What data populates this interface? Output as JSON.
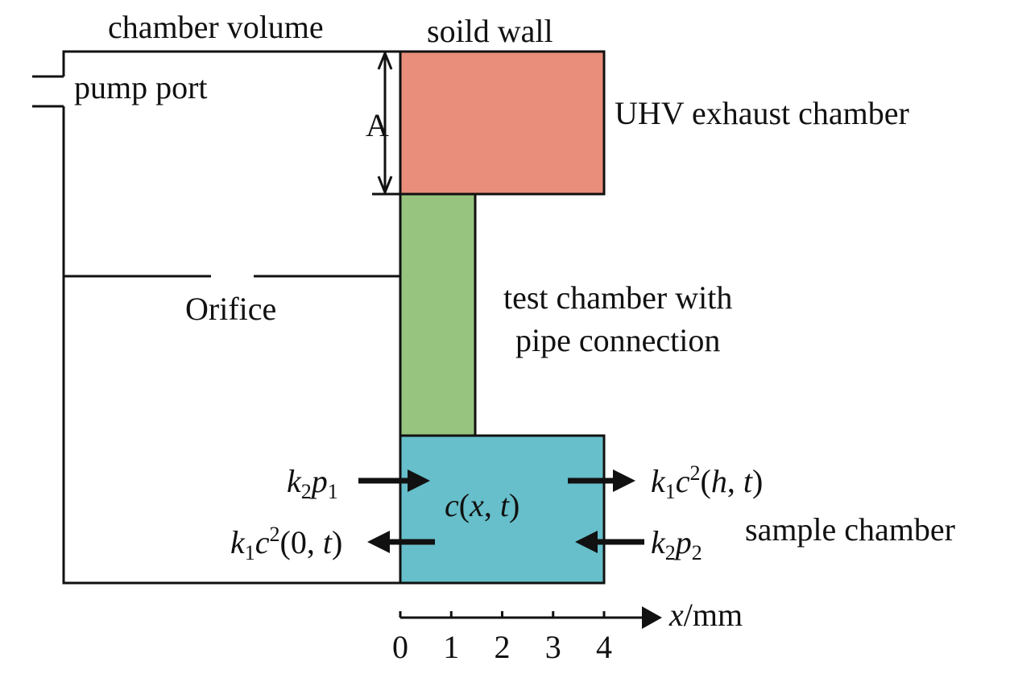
{
  "labels": {
    "chamber_volume": "chamber volume",
    "solid_wall": "soild wall",
    "pump_port": "pump port",
    "dimension_A": "A",
    "uhv_exhaust": "UHV exhaust chamber",
    "orifice": "Orifice",
    "test_chamber_line1": "test chamber with",
    "test_chamber_line2": "pipe connection",
    "sample_chamber": "sample chamber"
  },
  "flux_terms": {
    "k2p1": {
      "k": "k",
      "k_sub": "2",
      "p": "p",
      "p_sub": "1"
    },
    "k2p2": {
      "k": "k",
      "k_sub": "2",
      "p": "p",
      "p_sub": "2"
    },
    "k1c2_h": {
      "k": "k",
      "k_sub": "1",
      "c": "c",
      "c_sup": "2",
      "open": "(",
      "arg1": "h",
      "sep": ", ",
      "arg2": "t",
      "close": ")"
    },
    "k1c2_0": {
      "k": "k",
      "k_sub": "1",
      "c": "c",
      "c_sup": "2",
      "open": "(",
      "arg1": "0",
      "sep": ", ",
      "arg2": "t",
      "close": ")"
    },
    "cxt": {
      "c": "c",
      "open": "(",
      "arg1": "x",
      "sep": ", ",
      "arg2": "t",
      "close": ")"
    }
  },
  "axis": {
    "var": "x",
    "unit": "/mm",
    "ticks": [
      "0",
      "1",
      "2",
      "3",
      "4"
    ]
  },
  "colors": {
    "uhv_exhaust_fill": "#E88E7A",
    "test_chamber_fill": "#97C47E",
    "sample_chamber_fill": "#66BFCA",
    "line": "#111111"
  }
}
